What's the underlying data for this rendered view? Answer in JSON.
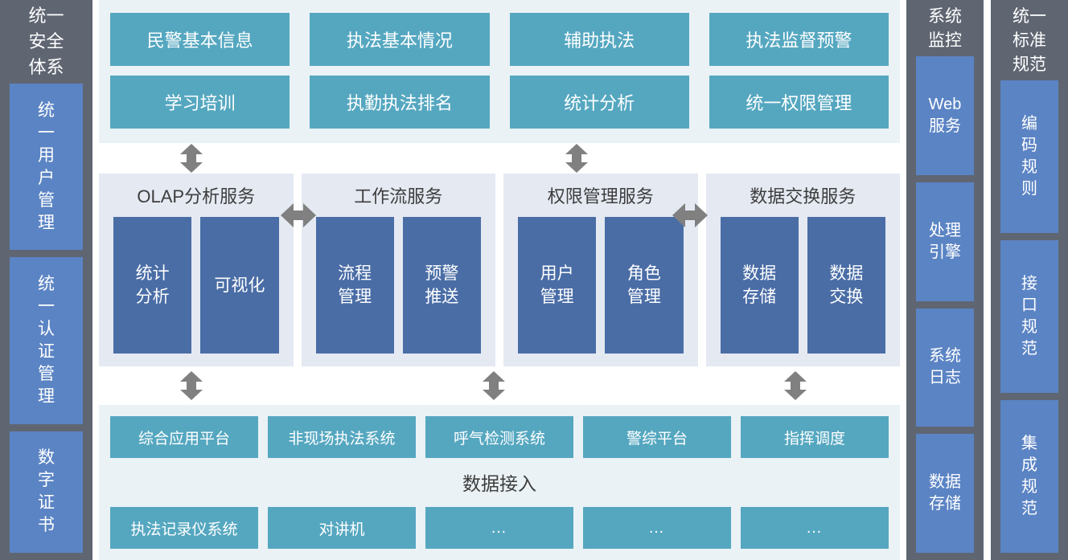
{
  "left_column": {
    "title": "统一安全体系",
    "items": [
      {
        "label": "统一用户管理"
      },
      {
        "label": "统一认证管理"
      },
      {
        "label": "数字证书"
      }
    ]
  },
  "application_layer": {
    "rows": [
      [
        {
          "label": "民警基本信息"
        },
        {
          "label": "执法基本情况"
        },
        {
          "label": "辅助执法"
        },
        {
          "label": "执法监督预警"
        }
      ],
      [
        {
          "label": "学习培训"
        },
        {
          "label": "执勤执法排名"
        },
        {
          "label": "统计分析"
        },
        {
          "label": "统一权限管理"
        }
      ]
    ]
  },
  "service_layer": {
    "groups": [
      {
        "title": "OLAP分析服务",
        "boxes": [
          {
            "label": "统计分析"
          },
          {
            "label": "可视化"
          }
        ]
      },
      {
        "title": "工作流服务",
        "boxes": [
          {
            "label": "流程管理"
          },
          {
            "label": "预警推送"
          }
        ]
      },
      {
        "title": "权限管理服务",
        "boxes": [
          {
            "label": "用户管理"
          },
          {
            "label": "角色管理"
          }
        ]
      },
      {
        "title": "数据交换服务",
        "boxes": [
          {
            "label": "数据存储"
          },
          {
            "label": "数据交换"
          }
        ]
      }
    ]
  },
  "data_layer": {
    "label": "数据接入",
    "rows": [
      [
        {
          "label": "综合应用平台"
        },
        {
          "label": "非现场执法系统"
        },
        {
          "label": "呼气检测系统"
        },
        {
          "label": "警综平台"
        },
        {
          "label": "指挥调度"
        }
      ],
      [
        {
          "label": "执法记录仪系统"
        },
        {
          "label": "对讲机"
        },
        {
          "label": "…"
        },
        {
          "label": "…"
        },
        {
          "label": "…"
        }
      ]
    ]
  },
  "monitor_column": {
    "title": "系统监控",
    "items": [
      {
        "label": "Web服务"
      },
      {
        "label": "处理引擎"
      },
      {
        "label": "系统日志"
      },
      {
        "label": "数据存储"
      }
    ]
  },
  "standards_column": {
    "title": "统一标准规范",
    "items": [
      {
        "label": "编码规则"
      },
      {
        "label": "接口规范"
      },
      {
        "label": "集成规范"
      }
    ]
  },
  "colors": {
    "sidebar_gray": "#5f6672",
    "sidebar_blue": "#5b84c4",
    "app_teal": "#55a7c0",
    "service_blue": "#4a6da6",
    "panel_light_blue": "#eaf2f5",
    "service_panel_bg": "#e4e9f2",
    "arrow_gray": "#808080"
  }
}
